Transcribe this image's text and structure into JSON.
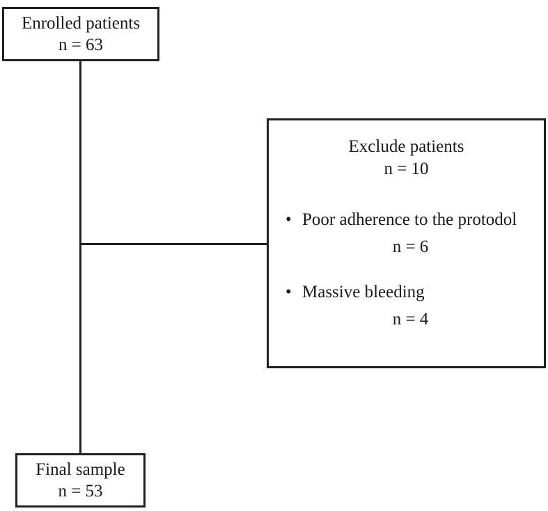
{
  "diagram": {
    "type": "patient-flow-chart",
    "colors": {
      "line": "#231f20",
      "text": "#1a1a1a",
      "background": "#ffffff"
    },
    "enrolled": {
      "title": "Enrolled patients",
      "count_label": "n = 63"
    },
    "excluded": {
      "title": "Exclude patients",
      "count_label": "n = 10",
      "reasons": [
        {
          "bullet": "•",
          "text": "Poor adherence to the protodol",
          "count_label": "n = 6"
        },
        {
          "bullet": "•",
          "text": "Massive bleeding",
          "count_label": "n = 4"
        }
      ]
    },
    "final": {
      "title": "Final sample",
      "count_label": "n = 53"
    }
  }
}
